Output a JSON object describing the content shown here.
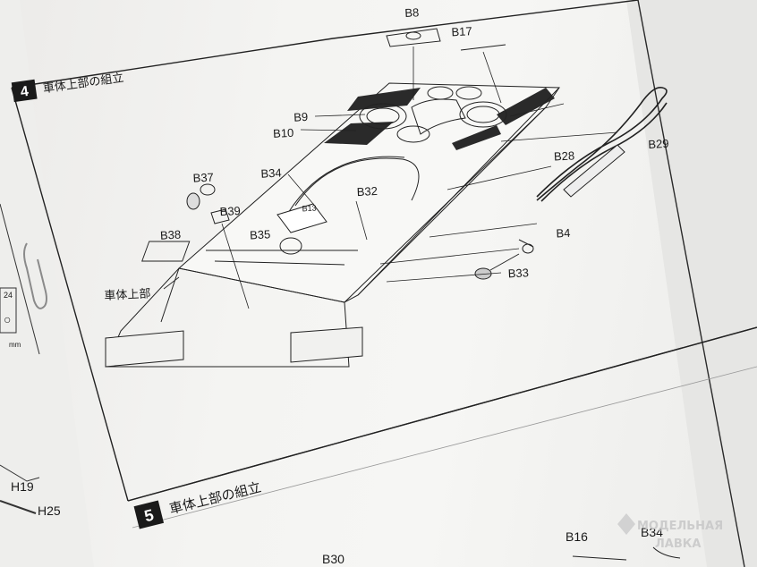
{
  "steps": [
    {
      "number": "4",
      "title": "車体上部の組立"
    },
    {
      "number": "5",
      "title": "車体上部の組立"
    }
  ],
  "callouts": {
    "b8": "B8",
    "b17": "B17",
    "b9": "B9",
    "b10": "B10",
    "b37": "B37",
    "b34": "B34",
    "b38": "B38",
    "b39": "B39",
    "b13": "B13",
    "b32": "B32",
    "b35": "B35",
    "b28": "B28",
    "b29": "B29",
    "b4": "B4",
    "b33": "B33",
    "upper_hull": "車体上部"
  },
  "left_page": {
    "h19": "H19",
    "h25": "H25",
    "partial_num": "24",
    "partial_unit": "mm"
  },
  "step5_callouts": {
    "b30": "B30",
    "b16": "B16",
    "b34": "B34"
  },
  "watermark": {
    "line1": "МОДЕЛЬНАЯ",
    "line2": "ЛАВКА"
  },
  "colors": {
    "ink": "#1a1a1a",
    "paper": "#f4f4f2",
    "step_box": "#1a1a1a"
  }
}
